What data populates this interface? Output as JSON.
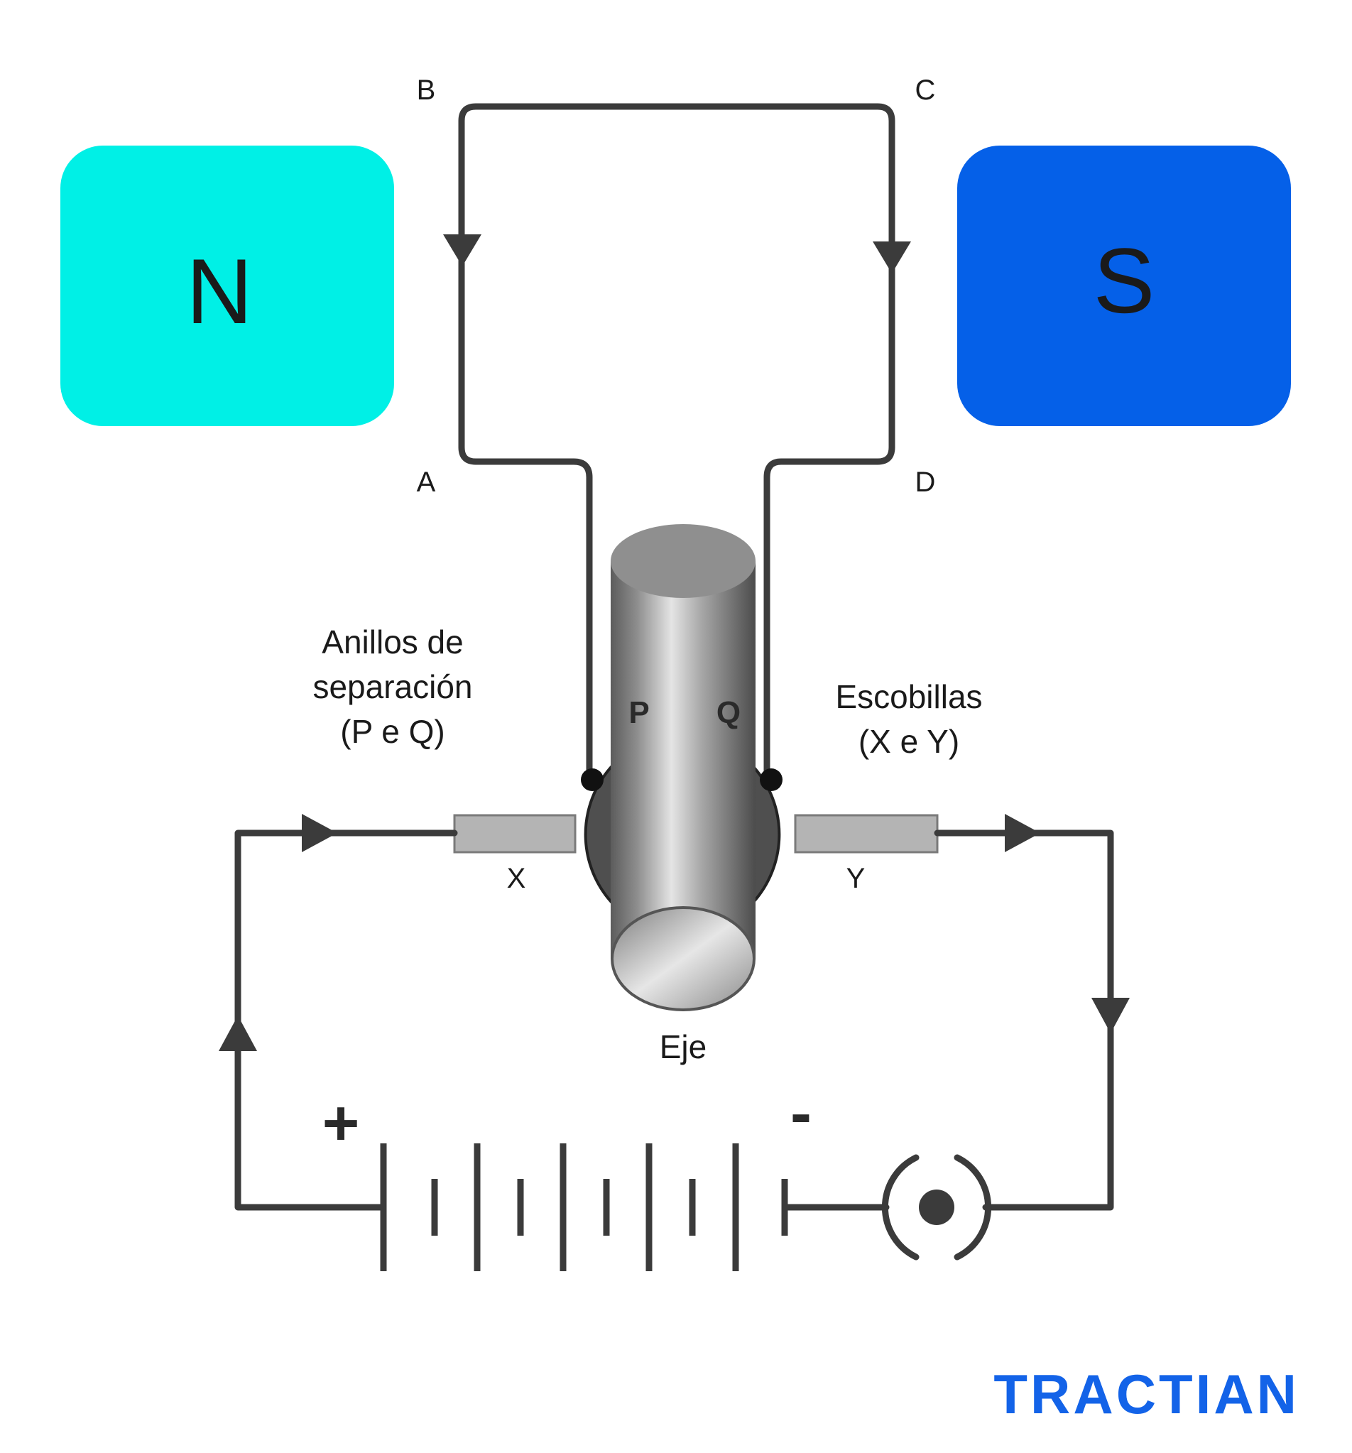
{
  "magnets": {
    "north": {
      "label": "N",
      "color": "#00F0E6"
    },
    "south": {
      "label": "S",
      "color": "#0560E8"
    }
  },
  "loop_corners": {
    "a": "A",
    "b": "B",
    "c": "C",
    "d": "D"
  },
  "slip_rings": {
    "caption_line1": "Anillos de",
    "caption_line2": "separación",
    "caption_line3": "(P e Q)",
    "ring_p": "P",
    "ring_q": "Q"
  },
  "brushes": {
    "caption_line1": "Escobillas",
    "caption_line2": "(X e Y)",
    "brush_x": "X",
    "brush_y": "Y"
  },
  "shaft": {
    "label": "Eje"
  },
  "battery": {
    "positive": "+",
    "negative": "-"
  },
  "brand": {
    "logo_text": "TRACTIAN",
    "color": "#1363E8"
  },
  "icons": {
    "current_arrows": "triangle-arrow-icon",
    "load": "circled-dot-icon"
  }
}
